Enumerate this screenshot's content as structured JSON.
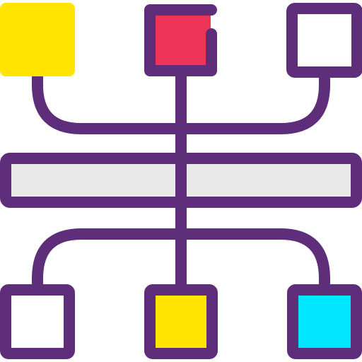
{
  "icon": {
    "name": "hierarchy-structure-icon",
    "colors": {
      "stroke": "#5F2E7A",
      "yellow": "#FFE500",
      "red": "#EE3558",
      "white": "#FFFFFF",
      "cyan": "#00E6FF",
      "bar": "#E9E9E9"
    },
    "top_nodes": [
      {
        "name": "top-left-node",
        "fill": "yellow"
      },
      {
        "name": "top-center-node",
        "fill": "red"
      },
      {
        "name": "top-right-node",
        "fill": "white"
      }
    ],
    "bottom_nodes": [
      {
        "name": "bottom-left-node",
        "fill": "white"
      },
      {
        "name": "bottom-center-node",
        "fill": "yellow"
      },
      {
        "name": "bottom-right-node",
        "fill": "cyan"
      }
    ]
  }
}
